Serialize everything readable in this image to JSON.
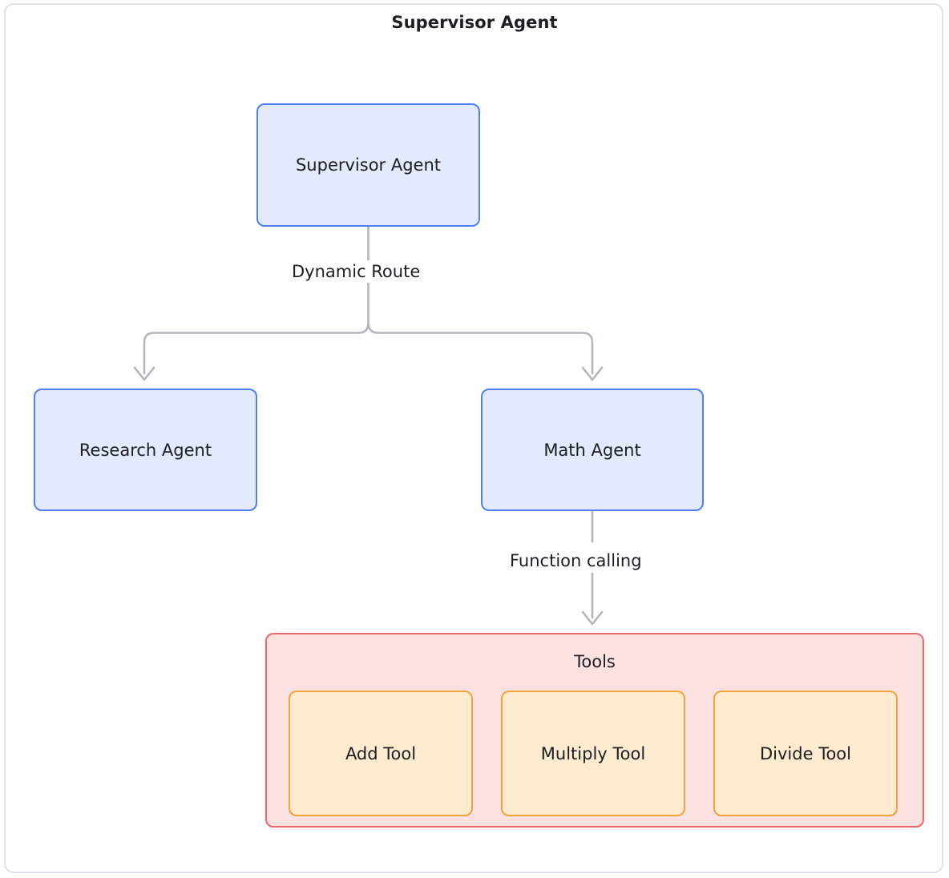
{
  "diagram": {
    "title": "Supervisor Agent",
    "type": "flowchart",
    "nodes": [
      {
        "id": "supervisor",
        "label": "Supervisor Agent",
        "kind": "agent"
      },
      {
        "id": "research",
        "label": "Research Agent",
        "kind": "agent"
      },
      {
        "id": "math",
        "label": "Math Agent",
        "kind": "agent"
      }
    ],
    "cluster": {
      "id": "tools",
      "label": "Tools",
      "tools": [
        {
          "id": "add",
          "label": "Add Tool"
        },
        {
          "id": "multiply",
          "label": "Multiply Tool"
        },
        {
          "id": "divide",
          "label": "Divide Tool"
        }
      ]
    },
    "edges": [
      {
        "from": "supervisor",
        "to": "research",
        "label": "Dynamic Route"
      },
      {
        "from": "supervisor",
        "to": "math",
        "label": "Dynamic Route"
      },
      {
        "from": "math",
        "to": "tools",
        "label": "Function calling"
      }
    ],
    "edge_labels": {
      "dynamic_route": "Dynamic Route",
      "function_calling": "Function calling"
    },
    "colors": {
      "frame_border": "#e0e2e7",
      "agent_fill": "#e3eafc",
      "agent_border": "#4f7ff0",
      "tools_fill": "#fce1e1",
      "tools_border": "#ec6a6e",
      "tool_fill": "#fcebcf",
      "tool_border": "#f2a33c",
      "edge_line": "#b3b6bb",
      "text": "#1c1e21",
      "background": "#ffffff"
    }
  }
}
